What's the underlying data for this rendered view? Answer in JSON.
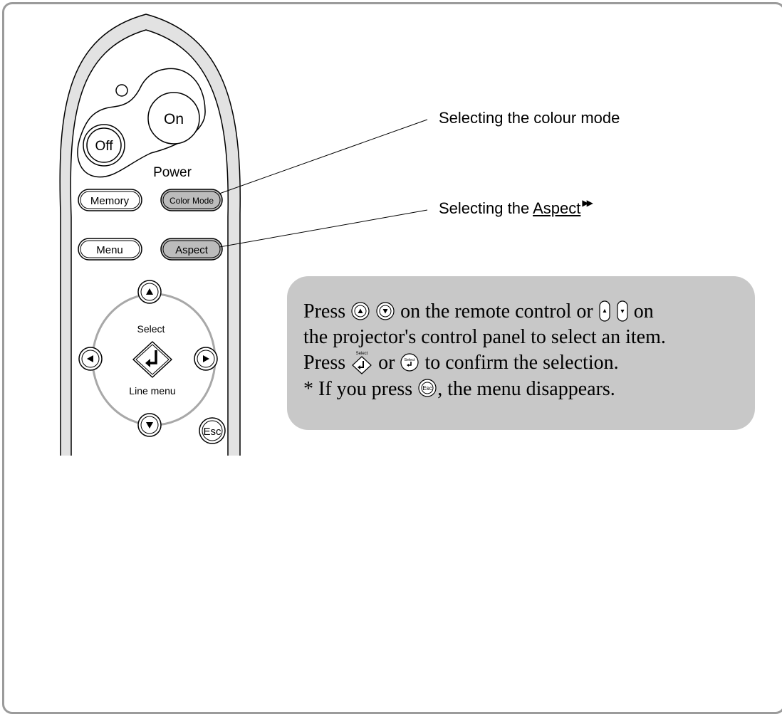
{
  "remote": {
    "on_button": "On",
    "off_button": "Off",
    "power_label": "Power",
    "memory_button": "Memory",
    "color_mode_button": "Color Mode",
    "menu_button": "Menu",
    "aspect_button": "Aspect",
    "select_label": "Select",
    "line_menu_label": "Line menu",
    "esc_button": "Esc",
    "colors": {
      "body": "#e2e2e2",
      "button_highlight": "#bcbcbc"
    }
  },
  "callouts": {
    "colour_mode": "Selecting the colour mode",
    "aspect_prefix": "Selecting the ",
    "aspect_link": "Aspect",
    "aspect_marker": "▶▶"
  },
  "instructions": {
    "line1_prefix": "Press",
    "line1_mid": "on the remote control or",
    "line1_suffix": "on",
    "line2": "the projector's control panel to select an item.",
    "line3_prefix": "Press",
    "line3_mid": "or",
    "line3_suffix": "to confirm the selection.",
    "line4_prefix": "* If you press",
    "line4_suffix": ", the menu disappears.",
    "icon_select_label": "Select",
    "icon_esc_label": "Esc",
    "colors": {
      "box_background": "#c8c8c8"
    }
  }
}
